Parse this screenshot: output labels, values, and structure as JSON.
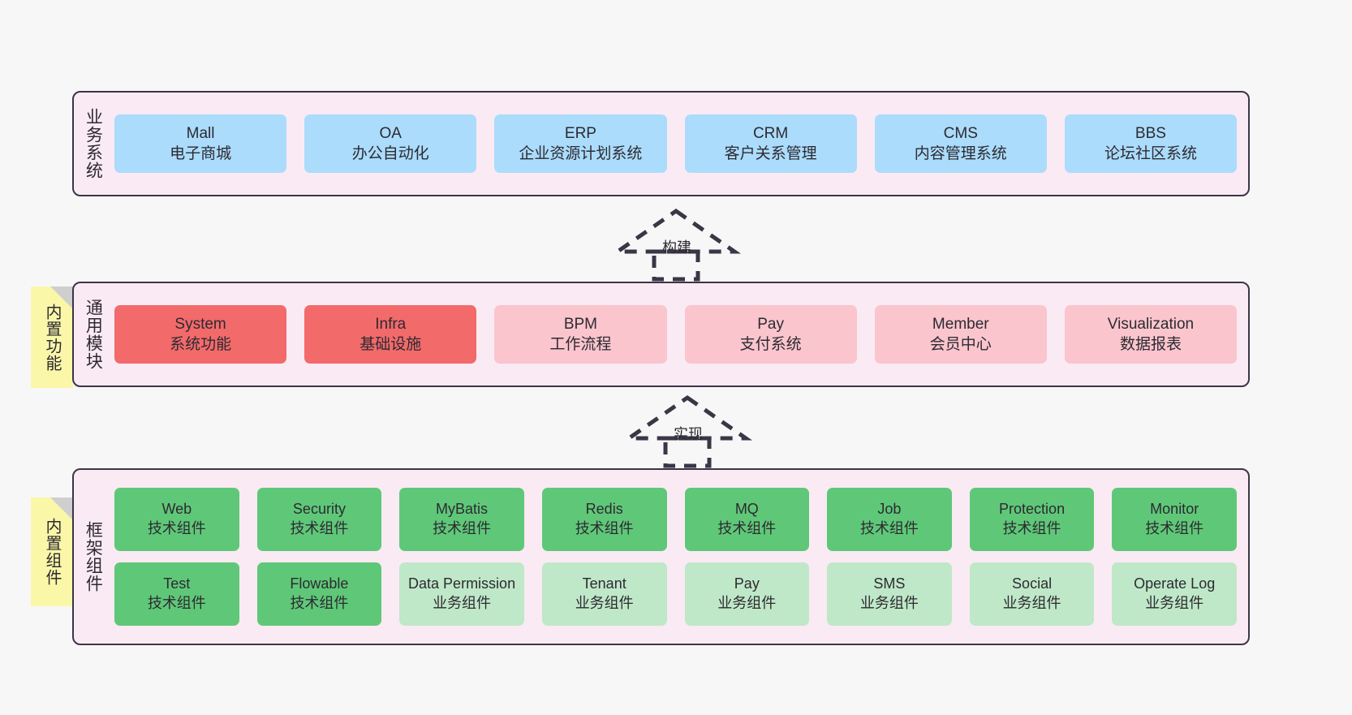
{
  "diagram": {
    "background_color": "#f7f7f7",
    "panel_background": "#faeaf4",
    "panel_border": "#3b3646",
    "colors": {
      "business": "#abdcfb",
      "module_core": "#f26a6a",
      "module_optional": "#fac5cd",
      "component_tech": "#5fc878",
      "component_business": "#bfe8c8",
      "sticky": "#fbf7a8"
    }
  },
  "layers": {
    "business": {
      "label": "业务系统",
      "cards": [
        {
          "title": "Mall",
          "sub": "电子商城"
        },
        {
          "title": "OA",
          "sub": "办公自动化"
        },
        {
          "title": "ERP",
          "sub": "企业资源计划系统"
        },
        {
          "title": "CRM",
          "sub": "客户关系管理"
        },
        {
          "title": "CMS",
          "sub": "内容管理系统"
        },
        {
          "title": "BBS",
          "sub": "论坛社区系统"
        }
      ]
    },
    "modules": {
      "label": "通用模块",
      "sticky": "内置功能",
      "cards": [
        {
          "title": "System",
          "sub": "系统功能"
        },
        {
          "title": "Infra",
          "sub": "基础设施"
        },
        {
          "title": "BPM",
          "sub": "工作流程"
        },
        {
          "title": "Pay",
          "sub": "支付系统"
        },
        {
          "title": "Member",
          "sub": "会员中心"
        },
        {
          "title": "Visualization",
          "sub": "数据报表"
        }
      ]
    },
    "framework": {
      "label": "框架组件",
      "sticky": "内置组件",
      "row1": [
        {
          "title": "Web",
          "sub": "技术组件"
        },
        {
          "title": "Security",
          "sub": "技术组件"
        },
        {
          "title": "MyBatis",
          "sub": "技术组件"
        },
        {
          "title": "Redis",
          "sub": "技术组件"
        },
        {
          "title": "MQ",
          "sub": "技术组件"
        },
        {
          "title": "Job",
          "sub": "技术组件"
        },
        {
          "title": "Protection",
          "sub": "技术组件"
        },
        {
          "title": "Monitor",
          "sub": "技术组件"
        }
      ],
      "row2": [
        {
          "title": "Test",
          "sub": "技术组件"
        },
        {
          "title": "Flowable",
          "sub": "技术组件"
        },
        {
          "title": "Data Permission",
          "sub": "业务组件"
        },
        {
          "title": "Tenant",
          "sub": "业务组件"
        },
        {
          "title": "Pay",
          "sub": "业务组件"
        },
        {
          "title": "SMS",
          "sub": "业务组件"
        },
        {
          "title": "Social",
          "sub": "业务组件"
        },
        {
          "title": "Operate Log",
          "sub": "业务组件"
        }
      ]
    }
  },
  "connectors": [
    {
      "name": "build",
      "label": "构建",
      "style": "dashed-generalization"
    },
    {
      "name": "implement",
      "label": "实现",
      "style": "dashed-generalization"
    }
  ]
}
